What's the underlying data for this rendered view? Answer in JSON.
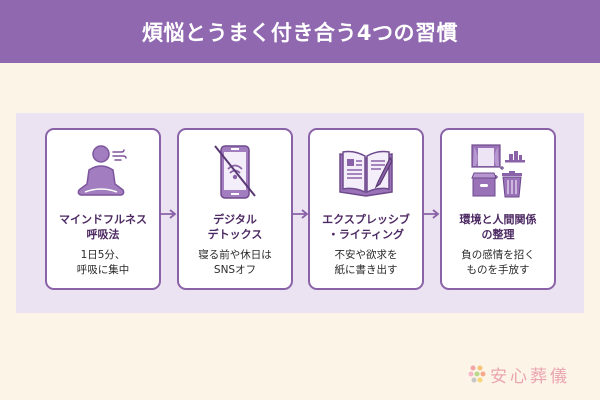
{
  "header": {
    "title": "煩悩とうまく付き合う4つの習慣"
  },
  "colors": {
    "header_bg": "#9068b0",
    "page_bg": "#fdf4e8",
    "panel_bg": "#ebe3f1",
    "card_border": "#8a62a8",
    "icon_fill": "#9a72b8",
    "title_text": "#4d2a63",
    "logo_text": "#eaa5ad"
  },
  "steps": [
    {
      "icon": "meditation-person-icon",
      "title": "マインドフルネス\n呼吸法",
      "description": "1日5分、\n呼吸に集中"
    },
    {
      "icon": "phone-disabled-icon",
      "title": "デジタル\nデトックス",
      "description": "寝る前や休日は\nSNSオフ"
    },
    {
      "icon": "journal-pen-icon",
      "title": "エクスプレッシブ\n・ライティング",
      "description": "不安や欲求を\n紙に書き出す"
    },
    {
      "icon": "room-declutter-icon",
      "title": "環境と人間関係\nの整理",
      "description": "負の感情を招く\nものを手放す"
    }
  ],
  "connectors": [
    "arrow-right-icon",
    "arrow-right-icon",
    "arrow-right-icon"
  ],
  "logo": {
    "icon": "flower-bouquet-icon",
    "text": "安心葬儀"
  }
}
